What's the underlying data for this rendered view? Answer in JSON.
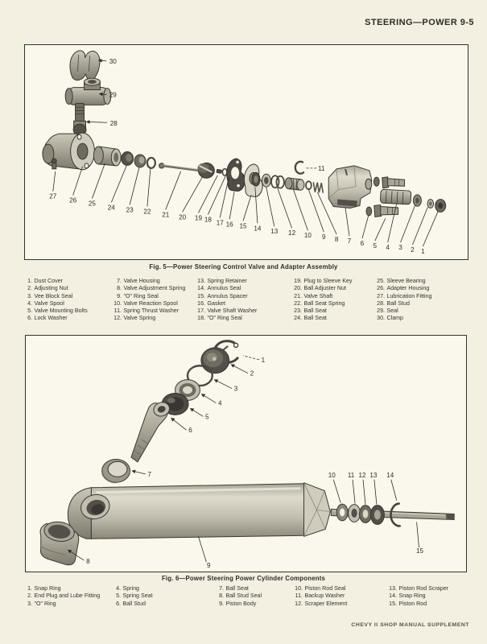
{
  "page": {
    "header": "STEERING—POWER 9-5",
    "footer": "CHEVY II SHOP MANUAL SUPPLEMENT"
  },
  "fig5": {
    "caption": "Fig. 5—Power Steering Control Valve and Adapter Assembly",
    "parts": [
      {
        "num": "1.",
        "name": "Dust Cover"
      },
      {
        "num": "2.",
        "name": "Adjusting Nut"
      },
      {
        "num": "3.",
        "name": "Vee Block Seal"
      },
      {
        "num": "4.",
        "name": "Valve Spool"
      },
      {
        "num": "5.",
        "name": "Valve Mounting Bolts"
      },
      {
        "num": "6.",
        "name": "Lock Washer"
      },
      {
        "num": "7.",
        "name": "Valve Housing"
      },
      {
        "num": "8.",
        "name": "Valve Adjustment Spring"
      },
      {
        "num": "9.",
        "name": "\"O\" Ring Seal"
      },
      {
        "num": "10.",
        "name": "Valve Reaction Spool"
      },
      {
        "num": "11.",
        "name": "Spring Thrust Washer"
      },
      {
        "num": "12.",
        "name": "Valve Spring"
      },
      {
        "num": "13.",
        "name": "Spring Retainer"
      },
      {
        "num": "14.",
        "name": "Annulus Seal"
      },
      {
        "num": "15.",
        "name": "Annulus Spacer"
      },
      {
        "num": "16.",
        "name": "Gasket"
      },
      {
        "num": "17.",
        "name": "Valve Shaft Washer"
      },
      {
        "num": "18.",
        "name": "\"O\" Ring Seal"
      },
      {
        "num": "19.",
        "name": "Plug to Sleeve Key"
      },
      {
        "num": "20.",
        "name": "Ball Adjuster Nut"
      },
      {
        "num": "21.",
        "name": "Valve Shaft"
      },
      {
        "num": "22.",
        "name": "Ball Seat Spring"
      },
      {
        "num": "23.",
        "name": "Ball Seat"
      },
      {
        "num": "24.",
        "name": "Ball Seat"
      },
      {
        "num": "25.",
        "name": "Sleeve Bearing"
      },
      {
        "num": "26.",
        "name": "Adapter Housing"
      },
      {
        "num": "27.",
        "name": "Lubrication Fitting"
      },
      {
        "num": "28.",
        "name": "Ball Stud"
      },
      {
        "num": "29.",
        "name": "Seal"
      },
      {
        "num": "30.",
        "name": "Clamp"
      }
    ],
    "callouts": [
      "30",
      "29",
      "28",
      "27",
      "26",
      "25",
      "24",
      "23",
      "22",
      "21",
      "20",
      "19",
      "18",
      "17",
      "16",
      "15",
      "14",
      "13",
      "12",
      "11",
      "10",
      "9",
      "8",
      "7",
      "6",
      "5",
      "4",
      "3",
      "2",
      "1"
    ]
  },
  "fig6": {
    "caption": "Fig. 6—Power Steering Power Cylinder Components",
    "parts": [
      {
        "num": "1.",
        "name": "Snap Ring"
      },
      {
        "num": "2.",
        "name": "End Plug and Lube Fitting"
      },
      {
        "num": "3.",
        "name": "\"O\" Ring"
      },
      {
        "num": "4.",
        "name": "Spring"
      },
      {
        "num": "5.",
        "name": "Spring Seat"
      },
      {
        "num": "6.",
        "name": "Ball Stud"
      },
      {
        "num": "7.",
        "name": "Ball Seat"
      },
      {
        "num": "8.",
        "name": "Ball Stud Seal"
      },
      {
        "num": "9.",
        "name": "Piston Body"
      },
      {
        "num": "10.",
        "name": "Piston Rod Seal"
      },
      {
        "num": "11.",
        "name": "Backup Washer"
      },
      {
        "num": "12.",
        "name": "Scraper Element"
      },
      {
        "num": "13.",
        "name": "Piston Rod Scraper"
      },
      {
        "num": "14.",
        "name": "Snap Ring"
      },
      {
        "num": "15.",
        "name": "Piston Rod"
      }
    ],
    "callouts": [
      "1",
      "2",
      "3",
      "4",
      "5",
      "6",
      "7",
      "8",
      "9",
      "10",
      "11",
      "12",
      "13",
      "14",
      "15"
    ]
  }
}
